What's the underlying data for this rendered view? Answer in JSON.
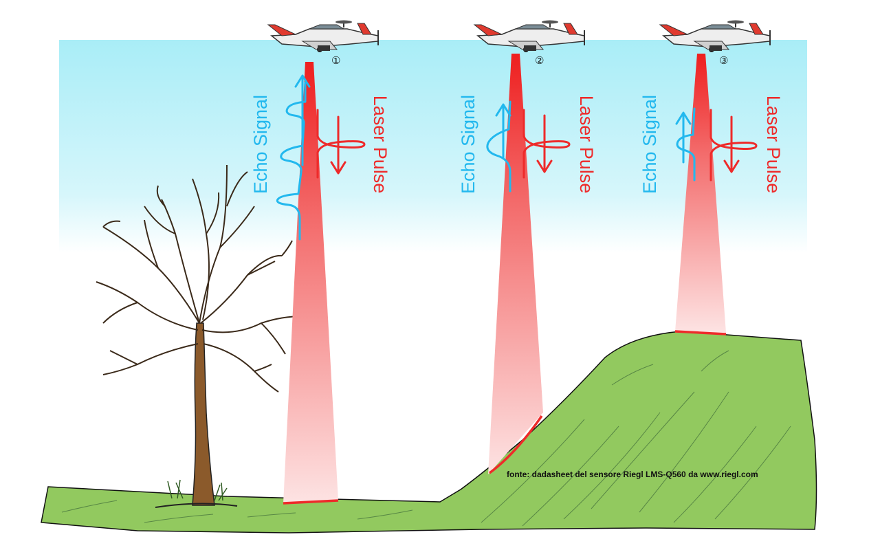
{
  "colors": {
    "sky_top": "#a9edf7",
    "sky_bottom": "#ffffff",
    "ground": "#92c95f",
    "ground_stroke": "#111111",
    "laser": "#ee2a2a",
    "echo": "#22b8ee",
    "trunk": "#8b5a2b"
  },
  "scans": [
    {
      "id": "1",
      "number": "①",
      "echo_label": "Echo Signal",
      "laser_label": "Laser Pulse",
      "echo_returns": 3,
      "target": "tree and ground"
    },
    {
      "id": "2",
      "number": "②",
      "echo_label": "Echo Signal",
      "laser_label": "Laser Pulse",
      "echo_returns": 1,
      "target": "slope"
    },
    {
      "id": "3",
      "number": "③",
      "echo_label": "Echo Signal",
      "laser_label": "Laser Pulse",
      "echo_returns": 1,
      "target": "flat hilltop"
    }
  ],
  "credit": "fonte: dadasheet del sensore Riegl LMS-Q560 da www.riegl.com",
  "icons": {
    "aircraft": "airplane-icon",
    "tree": "bare-tree",
    "arrow": "arrow-icon"
  }
}
